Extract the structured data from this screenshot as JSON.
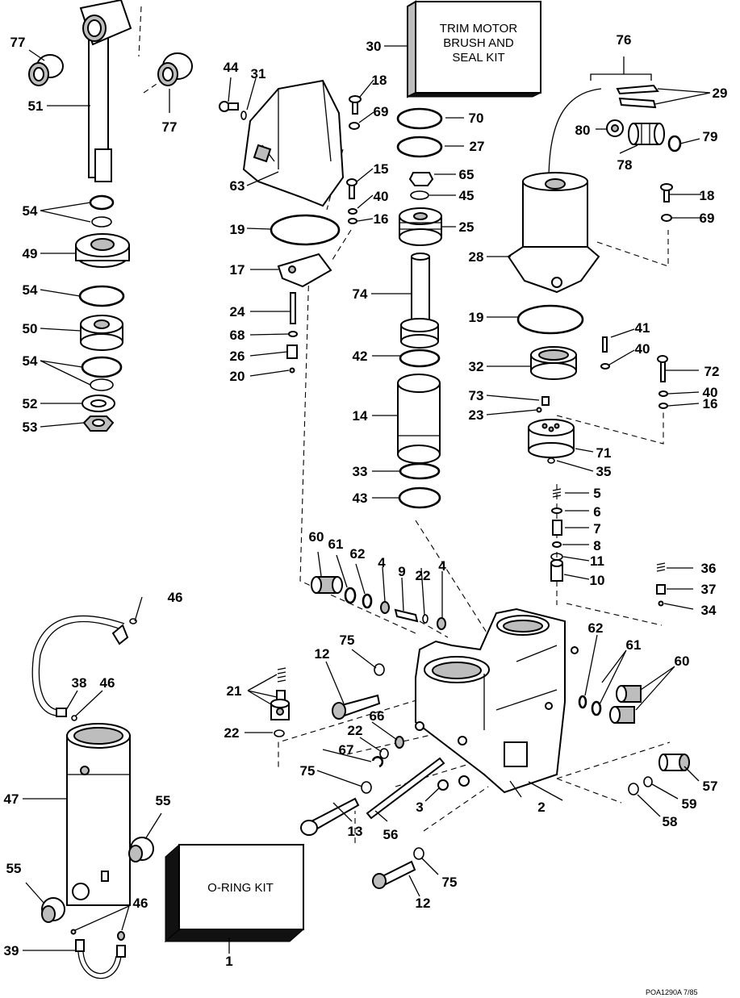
{
  "kits": {
    "trim_motor": [
      "TRIM MOTOR",
      "BRUSH AND",
      "SEAL KIT"
    ],
    "o_ring": "O-RING KIT"
  },
  "callouts": [
    "1",
    "2",
    "3",
    "4",
    "4",
    "5",
    "6",
    "7",
    "8",
    "9",
    "10",
    "11",
    "12",
    "12",
    "13",
    "14",
    "15",
    "16",
    "16",
    "17",
    "18",
    "18",
    "19",
    "19",
    "20",
    "21",
    "22",
    "22",
    "22",
    "23",
    "24",
    "25",
    "26",
    "27",
    "28",
    "29",
    "30",
    "31",
    "32",
    "33",
    "34",
    "35",
    "36",
    "37",
    "38",
    "39",
    "40",
    "40",
    "40",
    "41",
    "42",
    "43",
    "44",
    "45",
    "46",
    "46",
    "46",
    "47",
    "49",
    "50",
    "51",
    "52",
    "53",
    "54",
    "54",
    "54",
    "55",
    "55",
    "56",
    "57",
    "58",
    "59",
    "60",
    "60",
    "61",
    "61",
    "62",
    "62",
    "63",
    "65",
    "66",
    "67",
    "68",
    "69",
    "69",
    "70",
    "71",
    "72",
    "73",
    "74",
    "75",
    "75",
    "75",
    "76",
    "77",
    "77",
    "78",
    "79",
    "80"
  ],
  "footer": "POA1290A  7/85",
  "icons": {
    "style": "line-art exploded parts diagram",
    "colors": {
      "ink": "#000000",
      "paper": "#ffffff",
      "shade": "#bdbdbd"
    }
  }
}
